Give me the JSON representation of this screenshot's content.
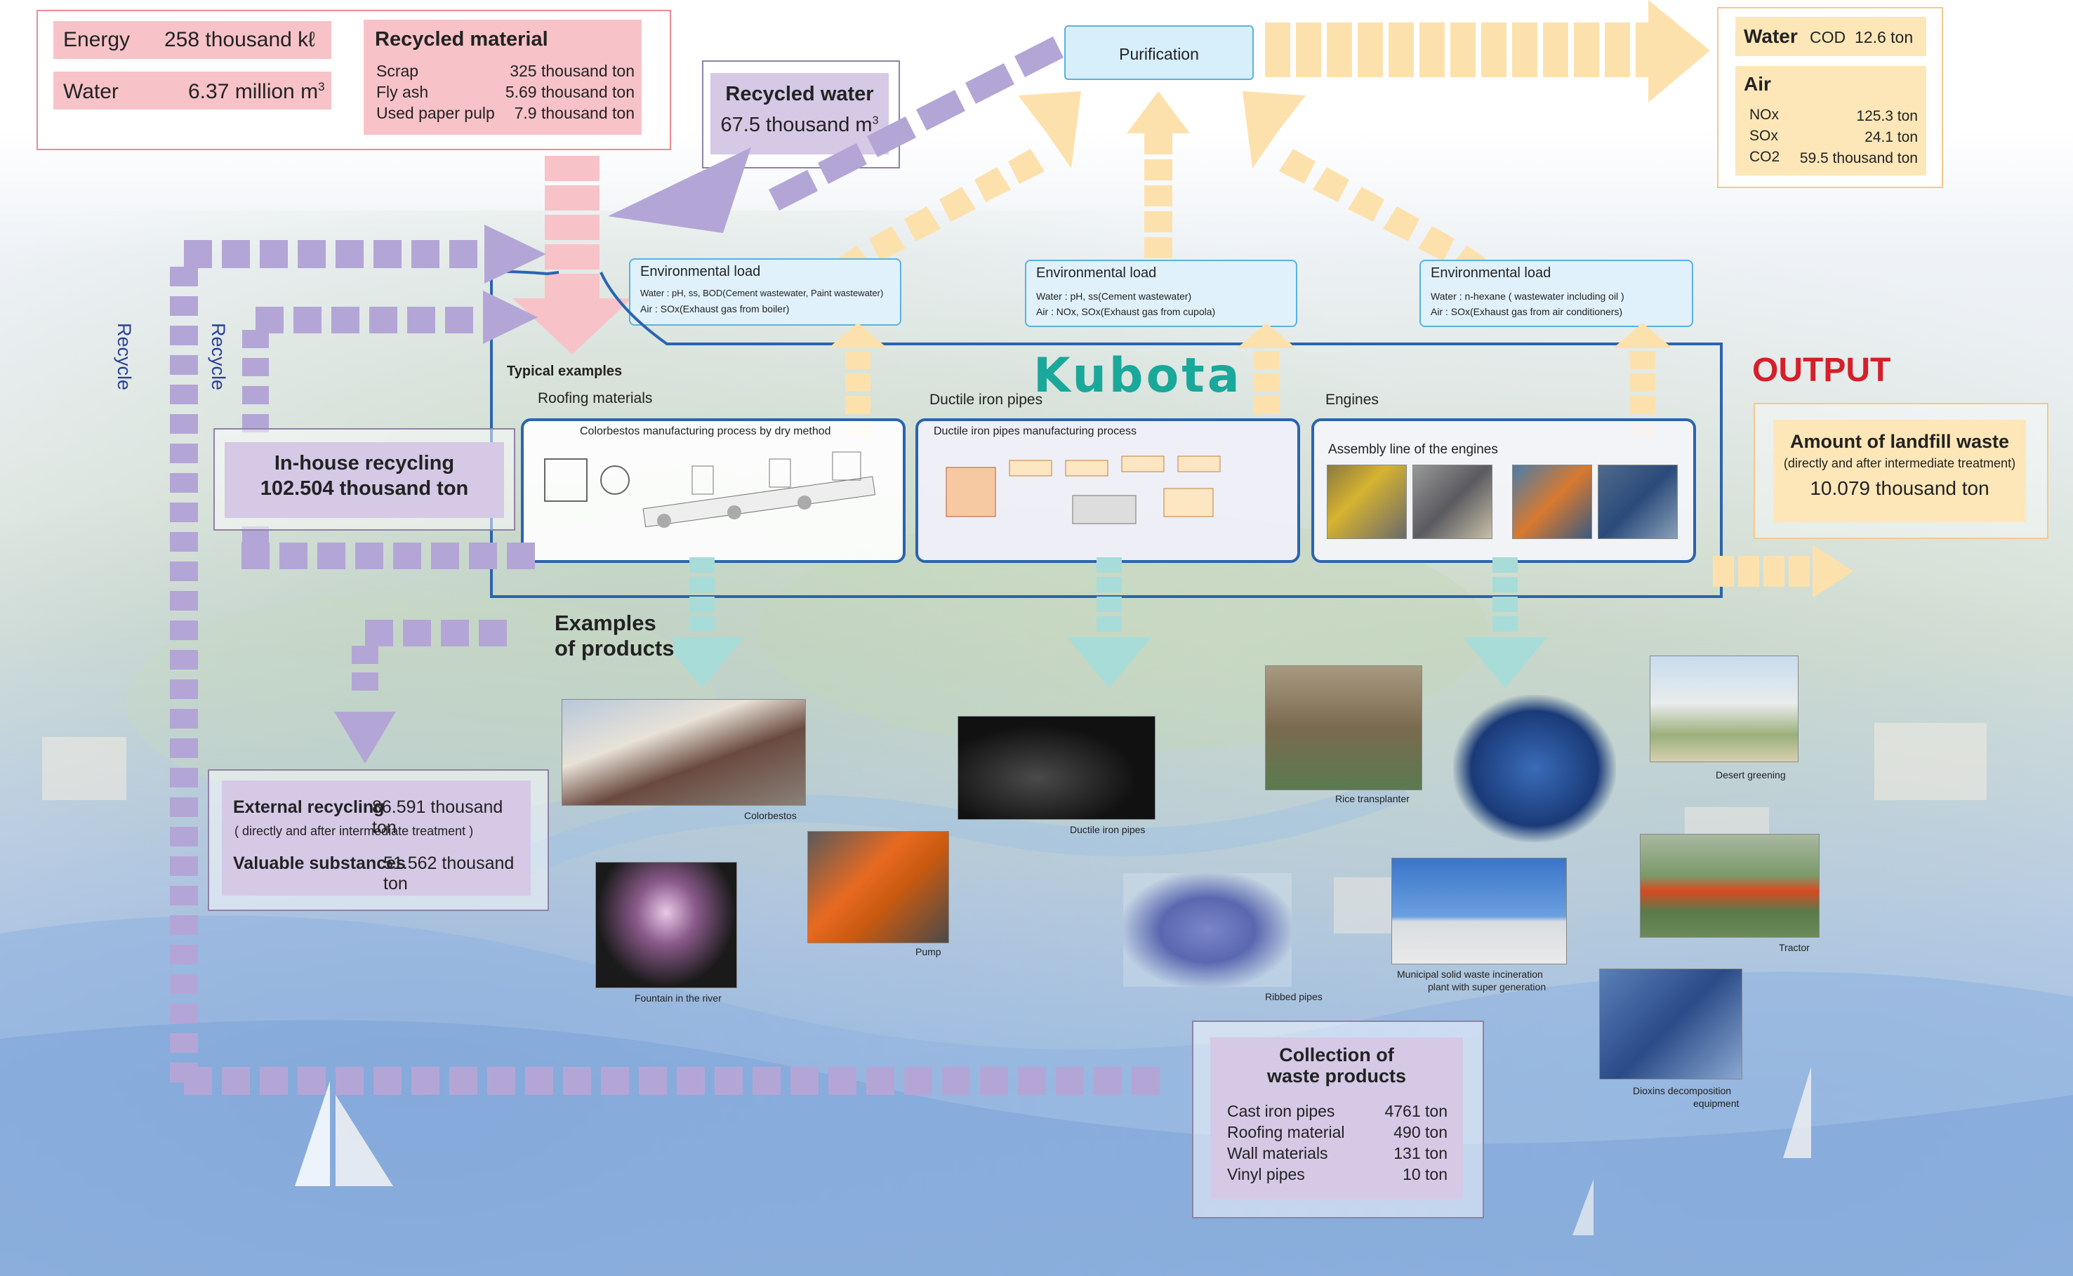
{
  "input": {
    "energy_label": "Energy",
    "energy_value": "258 thousand kℓ",
    "water_label": "Water",
    "water_value": "6.37 million m",
    "water_unit_sup": "3",
    "recycled_title": "Recycled material",
    "recycled_items": [
      {
        "name": "Scrap",
        "value": "325 thousand ton"
      },
      {
        "name": "Fly ash",
        "value": "5.69 thousand ton"
      },
      {
        "name": "Used paper pulp",
        "value": "7.9 thousand ton"
      }
    ]
  },
  "recycled_water": {
    "title": "Recycled water",
    "value": "67.5 thousand m",
    "sup": "3"
  },
  "purification": "Purification",
  "output_emissions": {
    "water_title": "Water",
    "water_cod_label": "COD",
    "water_cod_value": "12.6 ton",
    "air_title": "Air",
    "air_items": [
      {
        "name": "NOx",
        "value": "125.3 ton"
      },
      {
        "name": "SOx",
        "value": "24.1 ton"
      },
      {
        "name": "CO2",
        "value": "59.5 thousand ton"
      }
    ]
  },
  "env_loads": [
    {
      "title": "Environmental load",
      "water": "Water : pH, ss, BOD(Cement wastewater, Paint wastewater)",
      "air": "Air : SOx(Exhaust gas from boiler)"
    },
    {
      "title": "Environmental load",
      "water": "Water : pH, ss(Cement wastewater)",
      "air": "Air : NOx, SOx(Exhaust gas from cupola)"
    },
    {
      "title": "Environmental load",
      "water": "Water : n-hexane ( wastewater including oil )",
      "air": "Air : SOx(Exhaust gas from air conditioners)"
    }
  ],
  "recycle_labels": [
    "Recycle",
    "Recycle"
  ],
  "brand": "Kubota",
  "typical_examples": "Typical examples",
  "processes": [
    {
      "category": "Roofing materials",
      "title": "Colorbestos manufacturing process by dry method"
    },
    {
      "category": "Ductile iron pipes",
      "title": "Ductile iron pipes manufacturing process"
    },
    {
      "category": "Engines",
      "title": "Assembly line of the engines"
    }
  ],
  "output_label": "OUTPUT",
  "landfill": {
    "title": "Amount of landfill waste",
    "sub": "(directly and after intermediate treatment)",
    "value": "10.079 thousand ton"
  },
  "inhouse": {
    "line1": "In-house recycling",
    "line2": "102.504 thousand ton"
  },
  "examples_of_products": {
    "line1": "Examples",
    "line2": "of products"
  },
  "external": {
    "label": "External recycling",
    "value": "86.591 thousand ton",
    "sub": "( directly and after intermediate treatment )",
    "valuable_label": "Valuable substances",
    "valuable_value": "51.562 thousand ton"
  },
  "collection": {
    "title1": "Collection of",
    "title2": "waste products",
    "items": [
      {
        "name": "Cast iron pipes",
        "value": "4761 ton"
      },
      {
        "name": "Roofing material",
        "value": "490 ton"
      },
      {
        "name": "Wall materials",
        "value": "131 ton"
      },
      {
        "name": "Vinyl pipes",
        "value": "10 ton"
      }
    ]
  },
  "products": {
    "colorbestos": "Colorbestos",
    "fountain": "Fountain in the river",
    "pump": "Pump",
    "ductile": "Ductile iron pipes",
    "ribbed": "Ribbed pipes",
    "rice": "Rice transplanter",
    "incineration1": "Municipal solid waste incineration",
    "incineration2": "plant with super generation",
    "desert": "Desert greening",
    "tractor": "Tractor",
    "dioxins1": "Dioxins decomposition",
    "dioxins2": "equipment"
  },
  "colors": {
    "purple_arrow": "#b3a6d6",
    "yellow_arrow": "#fde1ad",
    "teal_arrow": "#a7dcd8",
    "pink_arrow": "#f7c3c8",
    "kubota": "#1aa89a",
    "output_red": "#d4202a",
    "process_blue": "#2a64b0"
  }
}
